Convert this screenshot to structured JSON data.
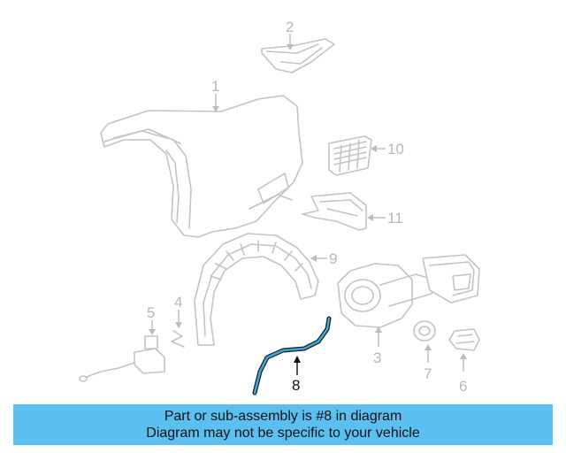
{
  "callouts": {
    "c1": "1",
    "c2": "2",
    "c3": "3",
    "c4": "4",
    "c5": "5",
    "c6": "6",
    "c7": "7",
    "c8": "8",
    "c9": "9",
    "c10": "10",
    "c11": "11"
  },
  "banner": {
    "line1": "Part or sub-assembly is #8 in diagram",
    "line2": "Diagram may not be specific to your vehicle"
  },
  "colors": {
    "banner_bg": "#5bc0f0",
    "highlight": "#3ba7df",
    "part_line": "#c4c4c4"
  }
}
